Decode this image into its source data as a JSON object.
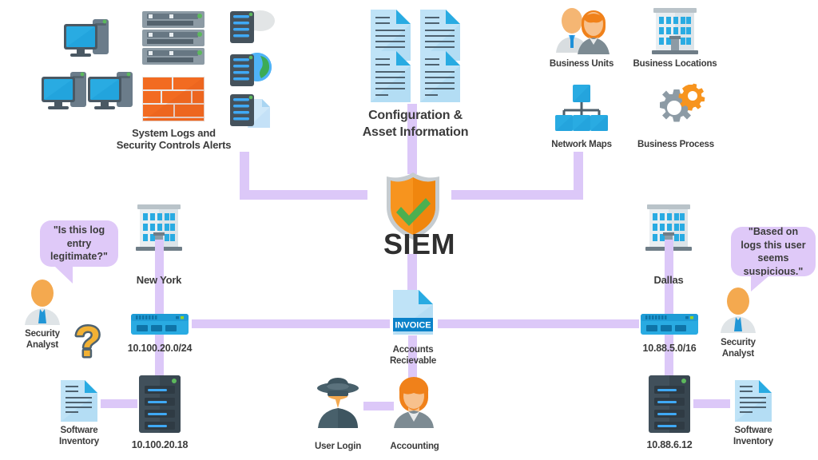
{
  "diagram": {
    "title": "SIEM",
    "accent_connector_color": "#dcc8f8",
    "text_color": "#3b3b3b"
  },
  "core": {
    "label": "SIEM",
    "icon": "shield-check-icon"
  },
  "inputs": {
    "left_group": {
      "label_line1": "System Logs and",
      "label_line2": "Security Controls Alerts",
      "icons": [
        "desktop-computer-icon",
        "desktop-computer-icon",
        "desktop-computer-icon",
        "server-rack-icon",
        "firewall-brick-icon",
        "cloud-server-icon",
        "globe-server-icon",
        "document-server-icon"
      ]
    },
    "center_group": {
      "label_line1": "Configuration &",
      "label_line2": "Asset Information",
      "icons": [
        "document-icon",
        "document-icon",
        "document-icon",
        "document-icon"
      ]
    },
    "right_group": {
      "items": [
        {
          "label": "Business Units",
          "icon": "people-group-icon"
        },
        {
          "label": "Business Locations",
          "icon": "office-building-icon"
        },
        {
          "label": "Network Maps",
          "icon": "org-chart-icon"
        },
        {
          "label": "Business Process",
          "icon": "gears-icon"
        }
      ]
    }
  },
  "left_branch": {
    "analyst": {
      "label_line1": "Security",
      "label_line2": "Analyst",
      "icon": "user-avatar-icon"
    },
    "bubble": {
      "text": "\"Is this log entry legitimate?\""
    },
    "question_mark": {
      "icon": "question-mark-icon"
    },
    "site": {
      "label": "New York",
      "icon": "office-building-icon"
    },
    "network": {
      "label": "10.100.20.0/24",
      "icon": "network-switch-icon"
    },
    "host": {
      "label": "10.100.20.18",
      "icon": "server-tower-icon"
    },
    "inventory": {
      "label_line1": "Software",
      "label_line2": "Inventory",
      "icon": "document-icon"
    }
  },
  "right_branch": {
    "analyst": {
      "label_line1": "Security",
      "label_line2": "Analyst",
      "icon": "user-avatar-icon"
    },
    "bubble": {
      "text": "\"Based on logs this user seems suspicious.\""
    },
    "site": {
      "label": "Dallas",
      "icon": "office-building-icon"
    },
    "network": {
      "label": "10.88.5.0/16",
      "icon": "network-switch-icon"
    },
    "host": {
      "label": "10.88.6.12",
      "icon": "server-tower-icon"
    },
    "inventory": {
      "label_line1": "Software",
      "label_line2": "Inventory",
      "icon": "document-icon"
    }
  },
  "center_branch": {
    "app": {
      "label_line1": "Accounts",
      "label_line2": "Recievable",
      "icon": "invoice-document-icon",
      "badge_text": "INVOICE"
    },
    "user_login": {
      "label": "User Login",
      "icon": "spy-user-icon"
    },
    "accounting": {
      "label": "Accounting",
      "icon": "female-user-icon"
    }
  }
}
